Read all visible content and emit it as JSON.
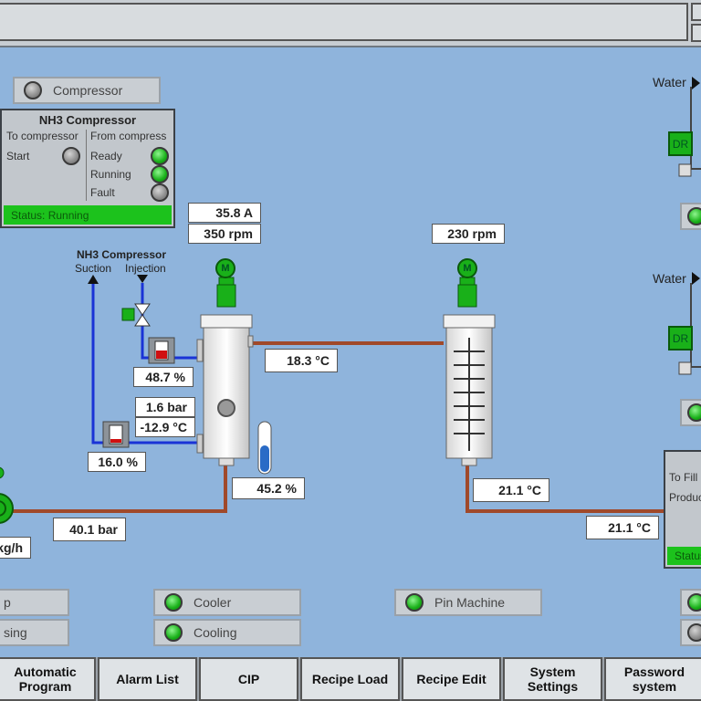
{
  "header": {
    "field": ""
  },
  "compressor_button": {
    "label": "Compressor"
  },
  "nh3_panel": {
    "title": "NH3 Compressor",
    "to_label": "To compressor",
    "from_label": "From compress",
    "start_label": "Start",
    "ready_label": "Ready",
    "running_label": "Running",
    "fault_label": "Fault",
    "status": "Status: Running"
  },
  "nh3_diagram": {
    "title": "NH3 Compressor",
    "suction": "Suction",
    "injection": "Injection"
  },
  "readings": {
    "current": "35.8 A",
    "rpm1": "350 rpm",
    "rpm2": "230 rpm",
    "valve1": "48.7 %",
    "pressure1": "1.6 bar",
    "temp1": "-12.9 °C",
    "valve2": "16.0 %",
    "level": "45.2 %",
    "temp_mid": "18.3 °C",
    "temp_out": "21.1 °C",
    "temp_right": "21.1 °C",
    "pressure2": "40.1 bar",
    "flow": "kg/h"
  },
  "right_side": {
    "water1": "Water",
    "water2": "Water",
    "dr1": "DR",
    "dr2": "DR",
    "to_fill": "To Fill",
    "product": "Produc",
    "status": "Status"
  },
  "motor_label": "M",
  "bottom_status_buttons": {
    "left1": "p",
    "left2": "sing",
    "cooler": "Cooler",
    "cooling": "Cooling",
    "pin_machine": "Pin Machine"
  },
  "nav": [
    {
      "label": "Automatic Program"
    },
    {
      "label": "Alarm List"
    },
    {
      "label": "CIP"
    },
    {
      "label": "Recipe Load"
    },
    {
      "label": "Recipe Edit"
    },
    {
      "label": "System Settings"
    },
    {
      "label": "Password system"
    }
  ],
  "colors": {
    "background": "#8fb4dc",
    "status_green": "#1cc21c",
    "pipe_product": "#a0492a",
    "pipe_refrigerant": "#1a33d6"
  }
}
